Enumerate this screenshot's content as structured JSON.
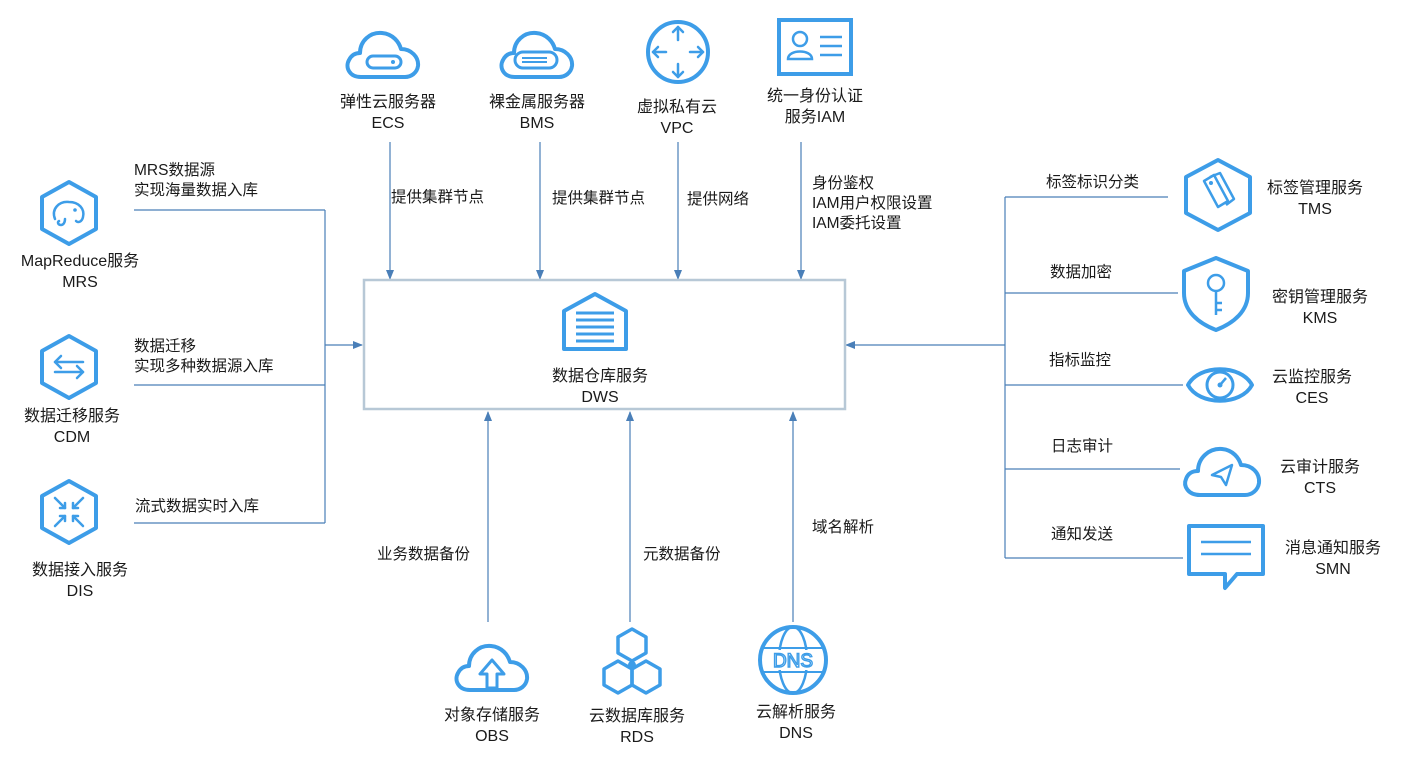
{
  "center": {
    "name": "数据仓库服务",
    "code": "DWS"
  },
  "top_services": [
    {
      "name": "弹性云服务器",
      "code": "ECS",
      "relation": [
        "提供集群节点"
      ]
    },
    {
      "name": "裸金属服务器",
      "code": "BMS",
      "relation": [
        "提供集群节点"
      ]
    },
    {
      "name": "虚拟私有云",
      "code": "VPC",
      "relation": [
        "提供网络"
      ]
    },
    {
      "name": "统一身份认证",
      "code": "服务IAM",
      "relation": [
        "身份鉴权",
        "IAM用户权限设置",
        "IAM委托设置"
      ]
    }
  ],
  "left_services": [
    {
      "name": "MapReduce服务",
      "code": "MRS",
      "relation": [
        "MRS数据源",
        "实现海量数据入库"
      ]
    },
    {
      "name": "数据迁移服务",
      "code": "CDM",
      "relation": [
        "数据迁移",
        "实现多种数据源入库"
      ]
    },
    {
      "name": "数据接入服务",
      "code": "DIS",
      "relation": [
        "流式数据实时入库"
      ]
    }
  ],
  "bottom_services": [
    {
      "name": "对象存储服务",
      "code": "OBS",
      "relation": [
        "业务数据备份"
      ]
    },
    {
      "name": "云数据库服务",
      "code": "RDS",
      "relation": [
        "元数据备份"
      ]
    },
    {
      "name": "云解析服务",
      "code": "DNS",
      "relation": [
        "域名解析"
      ]
    }
  ],
  "right_services": [
    {
      "name": "标签管理服务",
      "code": "TMS",
      "relation": [
        "标签标识分类"
      ]
    },
    {
      "name": "密钥管理服务",
      "code": "KMS",
      "relation": [
        "数据加密"
      ]
    },
    {
      "name": "云监控服务",
      "code": "CES",
      "relation": [
        "指标监控"
      ]
    },
    {
      "name": "云审计服务",
      "code": "CTS",
      "relation": [
        "日志审计"
      ]
    },
    {
      "name": "消息通知服务",
      "code": "SMN",
      "relation": [
        "通知发送"
      ]
    }
  ],
  "dns_icon_text": "DNS",
  "colors": {
    "icon": "#3d9de8",
    "line": "#4a7fb8",
    "box": "#b7c8d6"
  }
}
